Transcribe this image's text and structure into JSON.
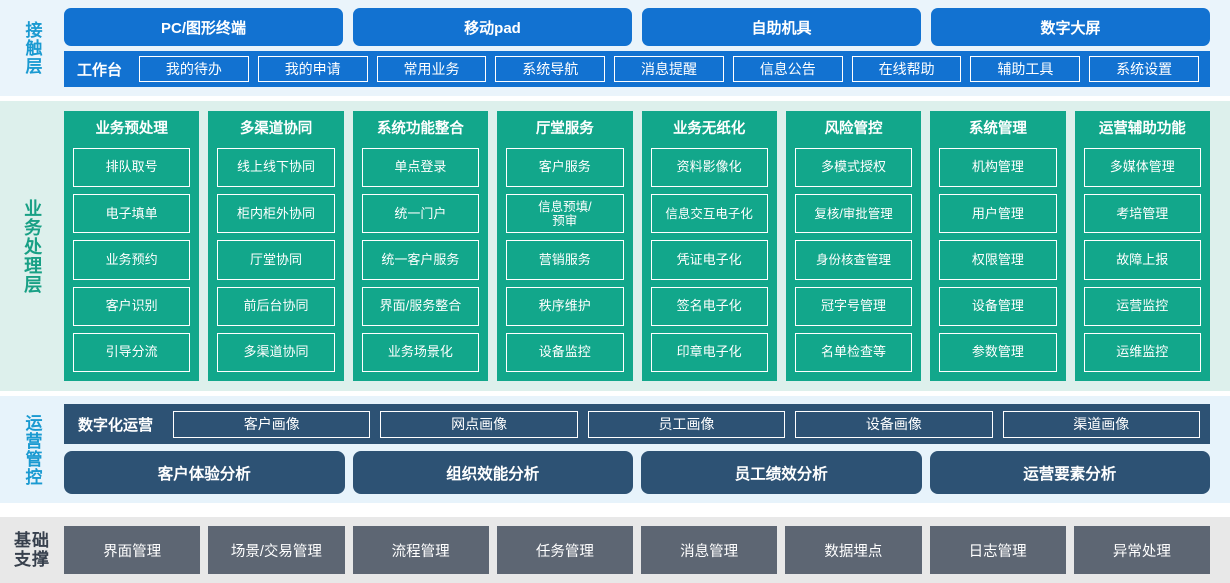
{
  "bands": {
    "contact": {
      "label": "接触层",
      "channels": [
        "PC/图形终端",
        "移动pad",
        "自助机具",
        "数字大屏"
      ],
      "workbench_title": "工作台",
      "workbench_items": [
        "我的待办",
        "我的申请",
        "常用业务",
        "系统导航",
        "消息提醒",
        "信息公告",
        "在线帮助",
        "辅助工具",
        "系统设置"
      ]
    },
    "business": {
      "label": "业务处理层",
      "columns": [
        {
          "title": "业务预处理",
          "items": [
            "排队取号",
            "电子填单",
            "业务预约",
            "客户识别",
            "引导分流"
          ]
        },
        {
          "title": "多渠道协同",
          "items": [
            "线上线下协同",
            "柜内柜外协同",
            "厅堂协同",
            "前后台协同",
            "多渠道协同"
          ]
        },
        {
          "title": "系统功能整合",
          "items": [
            "单点登录",
            "统一门户",
            "统一客户服务",
            "界面/服务整合",
            "业务场景化"
          ]
        },
        {
          "title": "厅堂服务",
          "items": [
            "客户服务",
            "信息预填/\n预审",
            "营销服务",
            "秩序维护",
            "设备监控"
          ]
        },
        {
          "title": "业务无纸化",
          "items": [
            "资料影像化",
            "信息交互电子化",
            "凭证电子化",
            "签名电子化",
            "印章电子化"
          ]
        },
        {
          "title": "风险管控",
          "items": [
            "多模式授权",
            "复核/审批管理",
            "身份核查管理",
            "冠字号管理",
            "名单检查等"
          ]
        },
        {
          "title": "系统管理",
          "items": [
            "机构管理",
            "用户管理",
            "权限管理",
            "设备管理",
            "参数管理"
          ]
        },
        {
          "title": "运营辅助功能",
          "items": [
            "多媒体管理",
            "考培管理",
            "故障上报",
            "运营监控",
            "运维监控"
          ]
        }
      ]
    },
    "operations": {
      "label": "运营管控",
      "digital_title": "数字化运营",
      "portraits": [
        "客户画像",
        "网点画像",
        "员工画像",
        "设备画像",
        "渠道画像"
      ],
      "analysis": [
        "客户体验分析",
        "组织效能分析",
        "员工绩效分析",
        "运营要素分析"
      ]
    },
    "foundation": {
      "label_line1": "基础",
      "label_line2": "支撑",
      "items": [
        "界面管理",
        "场景/交易管理",
        "流程管理",
        "任务管理",
        "消息管理",
        "数据埋点",
        "日志管理",
        "异常处理"
      ]
    }
  },
  "colors": {
    "contact_bg": "#eaf4fb",
    "contact_accent": "#1272d1",
    "business_bg": "#ddf0ec",
    "business_accent": "#12a78b",
    "operations_bg": "#e7f3fb",
    "operations_accent": "#2d5274",
    "foundation_bg": "#e8e8e8",
    "foundation_accent": "#5d6673"
  }
}
